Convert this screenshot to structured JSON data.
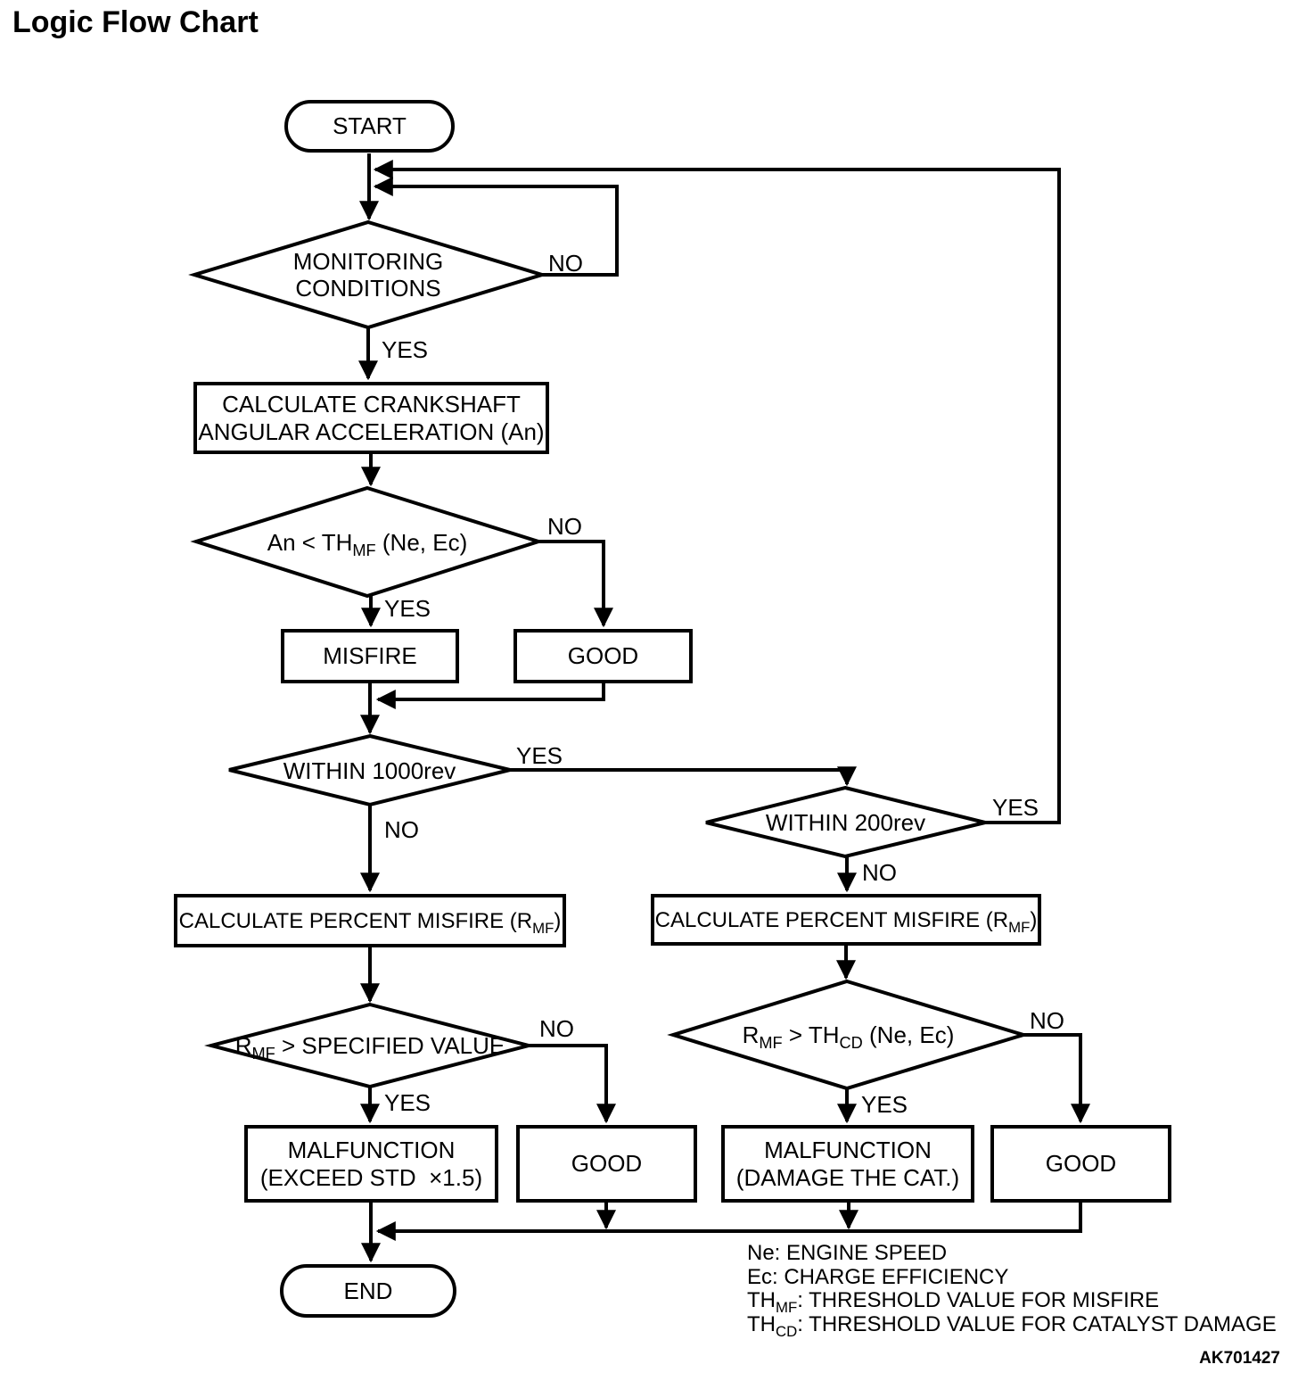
{
  "title": "Logic Flow Chart",
  "figure_id": "AK701427",
  "nodes": {
    "start": {
      "label": "START"
    },
    "monitoring": {
      "line1": "MONITORING",
      "line2": "CONDITIONS"
    },
    "calc_crankshaft": {
      "line1": "CALCULATE CRANKSHAFT",
      "line2": "ANGULAR ACCELERATION (An)"
    },
    "an_threshold": {
      "pre": "An < TH",
      "sub": "MF",
      "post": " (Ne,  Ec)"
    },
    "misfire": {
      "label": "MISFIRE"
    },
    "good_top": {
      "label": "GOOD"
    },
    "within_1000rev": {
      "label": "WITHIN 1000rev"
    },
    "within_200rev": {
      "label": "WITHIN 200rev"
    },
    "calc_percent_left": {
      "pre": "CALCULATE PERCENT MISFIRE (R",
      "sub": "MF",
      "post": ")"
    },
    "calc_percent_right": {
      "pre": "CALCULATE PERCENT MISFIRE (R",
      "sub": "MF",
      "post": ")"
    },
    "rmf_specified": {
      "pre": "R",
      "sub": "MF",
      "post": " > SPECIFIED VALUE"
    },
    "rmf_thcd": {
      "pre": "R",
      "sub1": "MF",
      "mid": " > TH",
      "sub2": "CD",
      "post": " (Ne, Ec)"
    },
    "malfunction_std": {
      "line1": "MALFUNCTION",
      "line2": "(EXCEED STD  ×1.5)"
    },
    "good_mid": {
      "label": "GOOD"
    },
    "malfunction_cat": {
      "line1": "MALFUNCTION",
      "line2": "(DAMAGE THE CAT.)"
    },
    "good_right": {
      "label": "GOOD"
    },
    "end": {
      "label": "END"
    }
  },
  "labels": {
    "monitoring_no": "NO",
    "monitoring_yes": "YES",
    "an_no": "NO",
    "an_yes": "YES",
    "w1000_yes": "YES",
    "w1000_no": "NO",
    "w200_yes": "YES",
    "w200_no": "NO",
    "spec_no": "NO",
    "spec_yes": "YES",
    "cat_no": "NO",
    "cat_yes": "YES"
  },
  "legend": {
    "ne": {
      "text": "Ne: ENGINE SPEED"
    },
    "ec": {
      "text": "Ec: CHARGE EFFICIENCY"
    },
    "thmf": {
      "pre": "TH",
      "sub": "MF",
      "post": ": THRESHOLD VALUE FOR MISFIRE"
    },
    "thcd": {
      "pre": "TH",
      "sub": "CD",
      "post": ": THRESHOLD VALUE FOR CATALYST DAMAGE"
    }
  },
  "colors": {
    "line": "#000000",
    "background": "#ffffff"
  }
}
